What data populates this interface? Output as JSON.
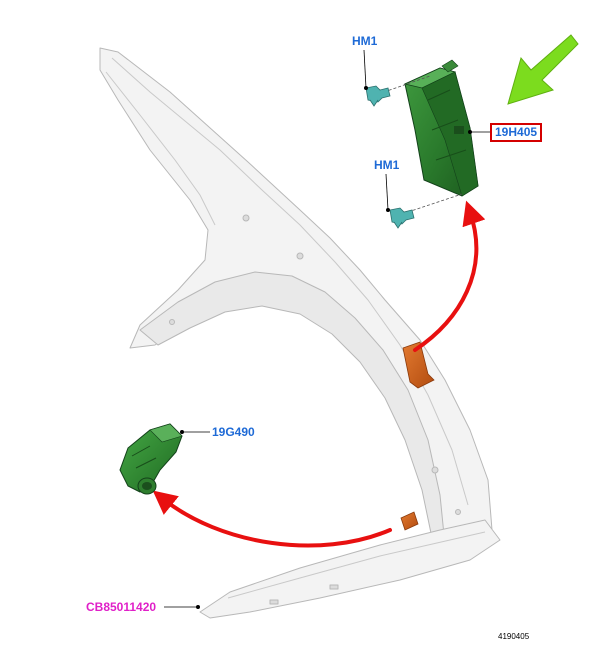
{
  "callouts": {
    "hm1_top": "HM1",
    "hm1_bottom": "HM1",
    "module": "19H405",
    "sensor": "19G490",
    "panel": "CB85011420"
  },
  "reference_number": "4190405",
  "colors": {
    "callout_text": "#1e6ad6",
    "panel_callout_text": "#e020c8",
    "highlight_box": "#d40000",
    "pointer_arrow": "#7cdc1e",
    "motion_arrows": "#e81010",
    "component_green": "#2d7a2e",
    "fastener_teal": "#4fb3b0",
    "mount_orange": "#d0601a",
    "panel_outline": "#b8b8b8"
  },
  "icons": {
    "pointer": "green-arrow-icon",
    "fastener": "push-pin-fastener-icon"
  }
}
